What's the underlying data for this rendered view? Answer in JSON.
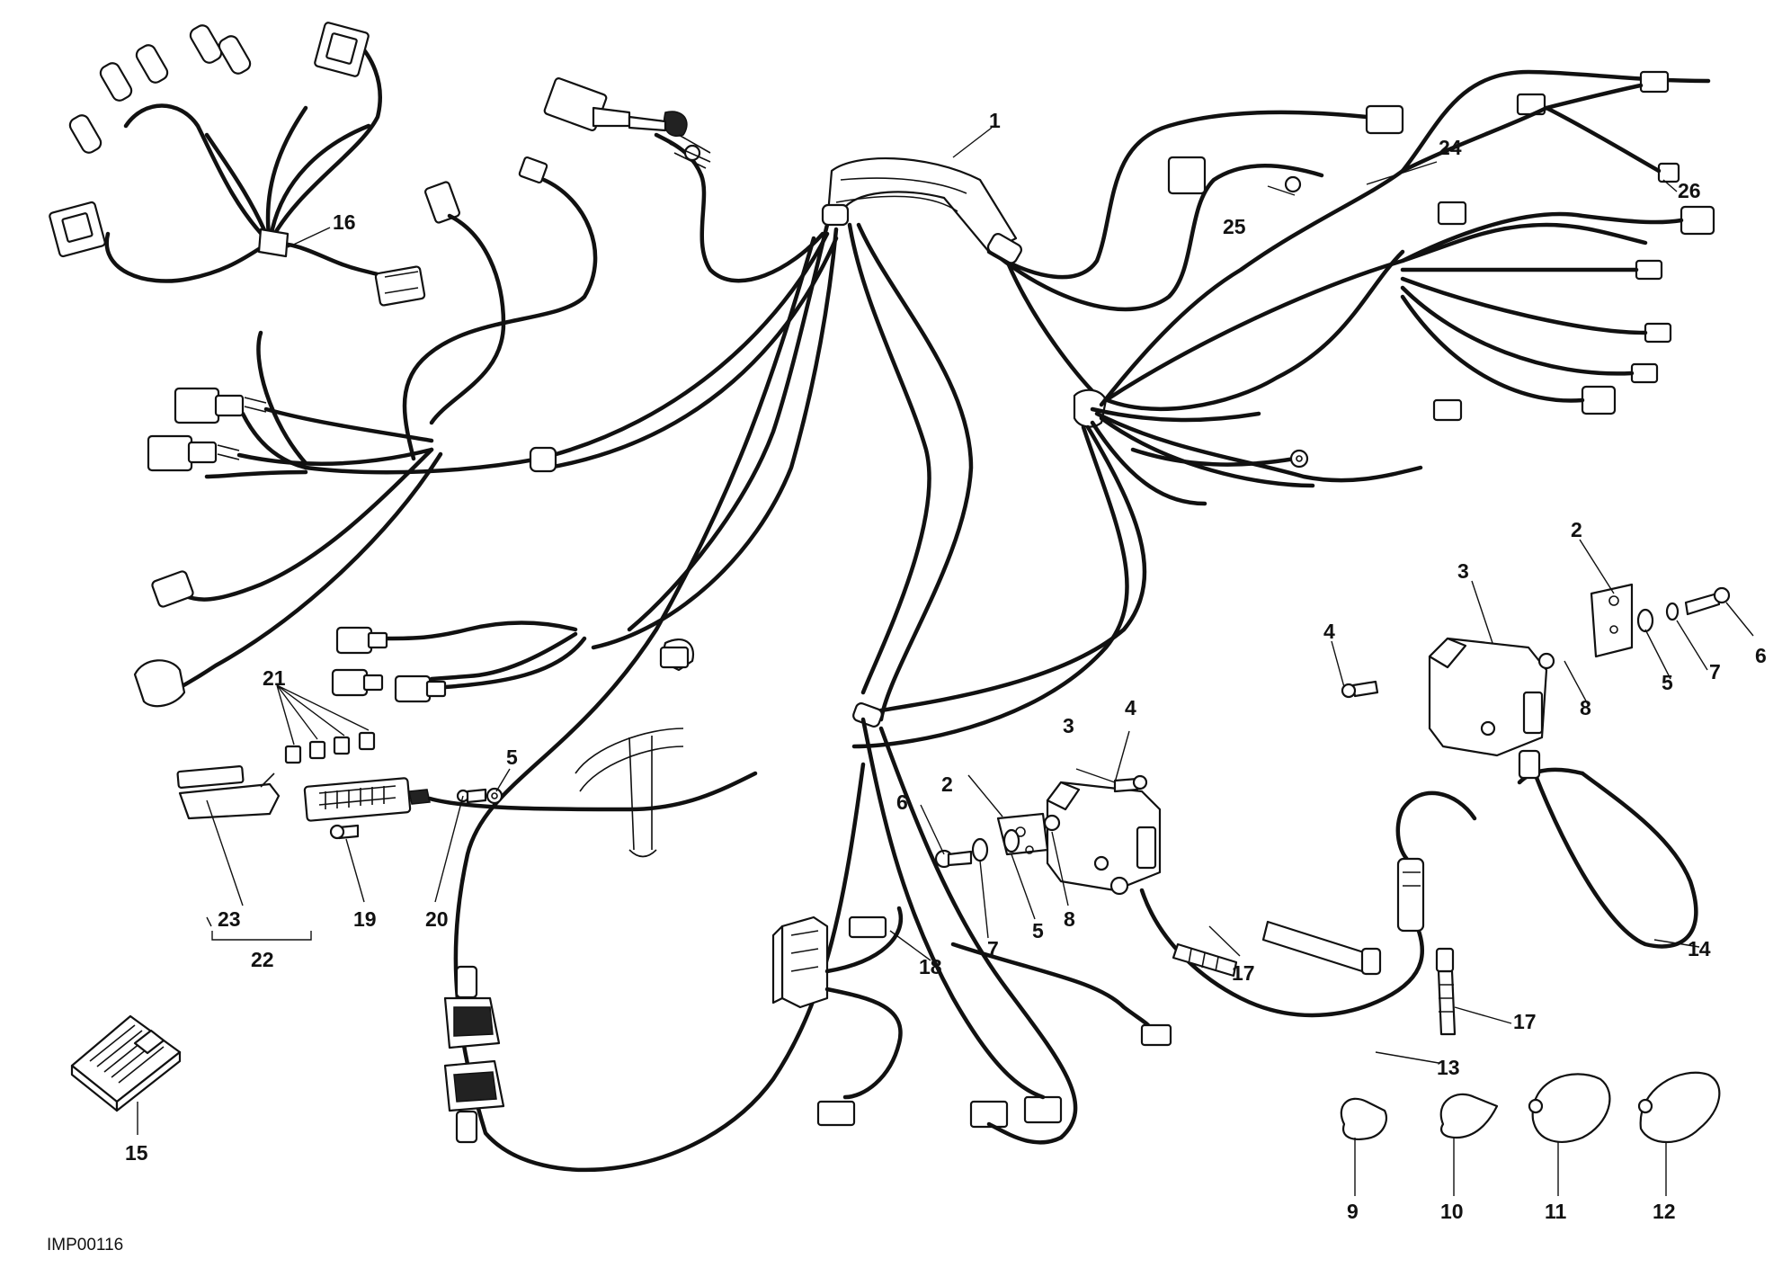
{
  "drawing_code": "IMP00116",
  "callouts": {
    "c1": "1",
    "c2a": "2",
    "c2b": "2",
    "c3a": "3",
    "c3b": "3",
    "c4a": "4",
    "c4b": "4",
    "c5a": "5",
    "c5b": "5",
    "c5c": "5",
    "c6a": "6",
    "c6b": "6",
    "c7a": "7",
    "c7b": "7",
    "c8a": "8",
    "c8b": "8",
    "c9": "9",
    "c10": "10",
    "c11": "11",
    "c12": "12",
    "c13": "13",
    "c14": "14",
    "c15": "15",
    "c16": "16",
    "c17a": "17",
    "c17b": "17",
    "c18": "18",
    "c19": "19",
    "c20": "20",
    "c21": "21",
    "c22": "22",
    "c23": "23",
    "c24": "24",
    "c25": "25",
    "c26": "26"
  }
}
